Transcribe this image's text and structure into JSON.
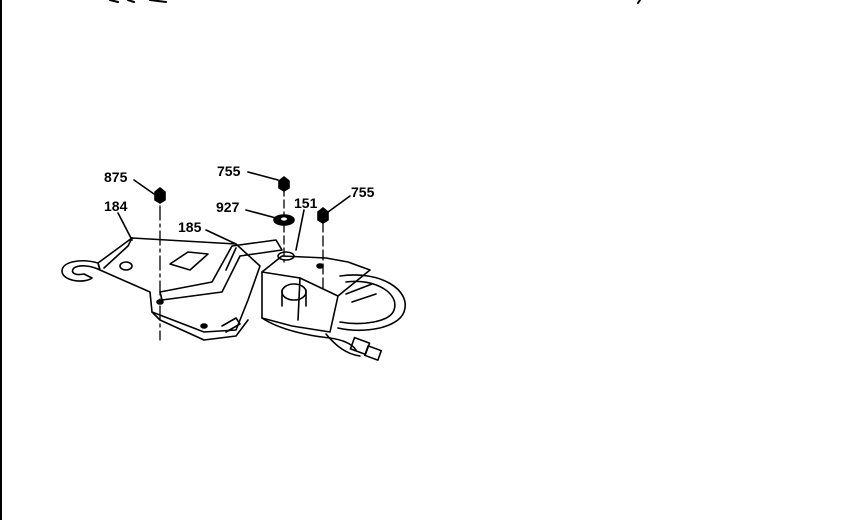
{
  "diagram": {
    "callouts": [
      {
        "id": "875",
        "text": "875"
      },
      {
        "id": "184",
        "text": "184"
      },
      {
        "id": "755a",
        "text": "755"
      },
      {
        "id": "927",
        "text": "927"
      },
      {
        "id": "151",
        "text": "151"
      },
      {
        "id": "755b",
        "text": "755"
      },
      {
        "id": "185",
        "text": "185"
      }
    ]
  },
  "colors": {
    "ink": "#000000",
    "paper": "#ffffff"
  }
}
